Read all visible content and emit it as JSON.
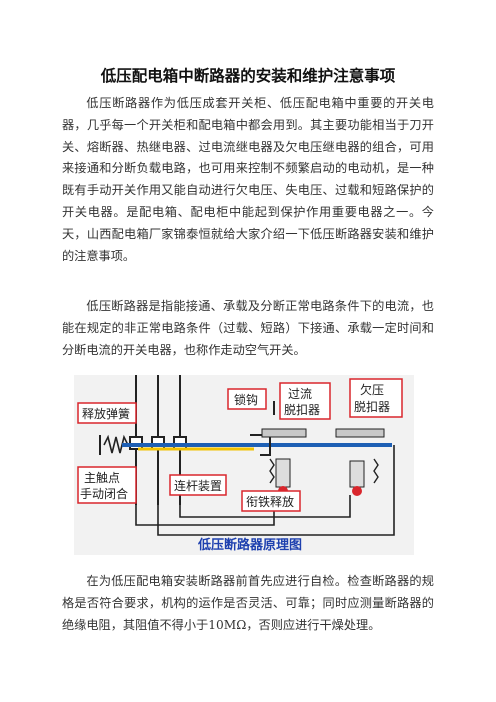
{
  "title": "低压配电箱中断路器的安装和维护注意事项",
  "paragraphs": [
    "低压断路器作为低压成套开关柜、低压配电箱中重要的开关电器，几乎每一个开关柜和配电箱中都会用到。其主要功能相当于刀开关、熔断器、热继电器、过电流继电器及欠电压继电器的组合，可用来接通和分断负载电路，也可用来控制不频繁启动的电动机，是一种既有手动开关作用又能自动进行欠电压、失电压、过载和短路保护的开关电器。是配电箱、配电柜中能起到保护作用重要电器之一。今天，山西配电箱厂家锦泰恒就给大家介绍一下低压断路器安装和维护的注意事项。",
    "低压断路器是指能接通、承载及分断正常电路条件下的电流，也能在规定的非正常电路条件（过载、短路）下接通、承载一定时间和分断电流的开关电器，也称作走动空气开关。",
    "在为低压配电箱安装断路器前首先应进行自检。检查断路器的规格是否符合要求，机构的运作是否灵活、可靠；同时应测量断路器的绝缘电阻，其阻值不得小于10MΩ，否则应进行干燥处理。"
  ],
  "figure": {
    "labels": {
      "release_spring": "释放弹簧",
      "lock_hook": "锁钩",
      "overcurrent_1": "过流",
      "overcurrent_2": "脱扣器",
      "undervoltage_1": "欠压",
      "undervoltage_2": "脱扣器",
      "main_contact_1": "主触点",
      "main_contact_2": "手动闭合",
      "linkage": "连杆装置",
      "armature_release": "衔铁释放",
      "caption": "低压断路器原理图"
    },
    "colors": {
      "label_border": "#d9262c",
      "line_blue": "#1d5fb4",
      "line_yellow": "#f2c200",
      "caption_color": "#1e40af",
      "background": "#f2f2f2"
    }
  }
}
